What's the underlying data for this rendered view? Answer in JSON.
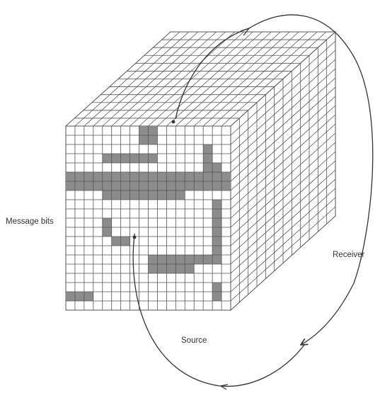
{
  "labels": {
    "message_bits": "Message bits",
    "receiver": "Receiver",
    "source": "Source"
  },
  "cube": {
    "columns": 18,
    "rows": 20,
    "depth_cells": 12
  },
  "shaded_cells": [
    [
      0,
      5
    ],
    [
      1,
      5
    ],
    [
      2,
      5
    ],
    [
      3,
      5
    ],
    [
      4,
      5
    ],
    [
      5,
      5
    ],
    [
      6,
      5
    ],
    [
      7,
      5
    ],
    [
      8,
      5
    ],
    [
      9,
      5
    ],
    [
      10,
      5
    ],
    [
      11,
      5
    ],
    [
      12,
      5
    ],
    [
      13,
      5
    ],
    [
      14,
      5
    ],
    [
      15,
      5
    ],
    [
      16,
      5
    ],
    [
      17,
      5
    ],
    [
      0,
      6
    ],
    [
      1,
      6
    ],
    [
      2,
      6
    ],
    [
      3,
      6
    ],
    [
      4,
      6
    ],
    [
      5,
      6
    ],
    [
      6,
      6
    ],
    [
      7,
      6
    ],
    [
      8,
      6
    ],
    [
      9,
      6
    ],
    [
      10,
      6
    ],
    [
      11,
      6
    ],
    [
      12,
      6
    ],
    [
      13,
      6
    ],
    [
      14,
      6
    ],
    [
      15,
      6
    ],
    [
      16,
      6
    ],
    [
      17,
      6
    ],
    [
      4,
      3
    ],
    [
      5,
      3
    ],
    [
      6,
      3
    ],
    [
      7,
      3
    ],
    [
      8,
      3
    ],
    [
      9,
      3
    ],
    [
      15,
      4
    ],
    [
      16,
      4
    ],
    [
      4,
      7
    ],
    [
      5,
      7
    ],
    [
      6,
      7
    ],
    [
      7,
      7
    ],
    [
      8,
      7
    ],
    [
      9,
      7
    ],
    [
      10,
      7
    ],
    [
      11,
      7
    ],
    [
      12,
      7
    ],
    [
      16,
      8
    ],
    [
      16,
      9
    ],
    [
      16,
      10
    ],
    [
      16,
      11
    ],
    [
      16,
      12
    ],
    [
      16,
      13
    ],
    [
      16,
      14
    ],
    [
      15,
      2
    ],
    [
      15,
      3
    ],
    [
      8,
      0
    ],
    [
      9,
      0
    ],
    [
      8,
      1
    ],
    [
      9,
      1
    ],
    [
      4,
      10
    ],
    [
      4,
      11
    ],
    [
      5,
      12
    ],
    [
      6,
      12
    ],
    [
      9,
      14
    ],
    [
      10,
      14
    ],
    [
      11,
      14
    ],
    [
      12,
      14
    ],
    [
      13,
      14
    ],
    [
      14,
      14
    ],
    [
      15,
      14
    ],
    [
      9,
      15
    ],
    [
      10,
      15
    ],
    [
      11,
      15
    ],
    [
      12,
      15
    ],
    [
      13,
      15
    ],
    [
      0,
      18
    ],
    [
      1,
      18
    ],
    [
      2,
      18
    ],
    [
      16,
      17
    ],
    [
      16,
      18
    ]
  ],
  "colors": {
    "grid_line": "#555555",
    "shade": "#8c8c8c",
    "arrow": "#333333"
  }
}
